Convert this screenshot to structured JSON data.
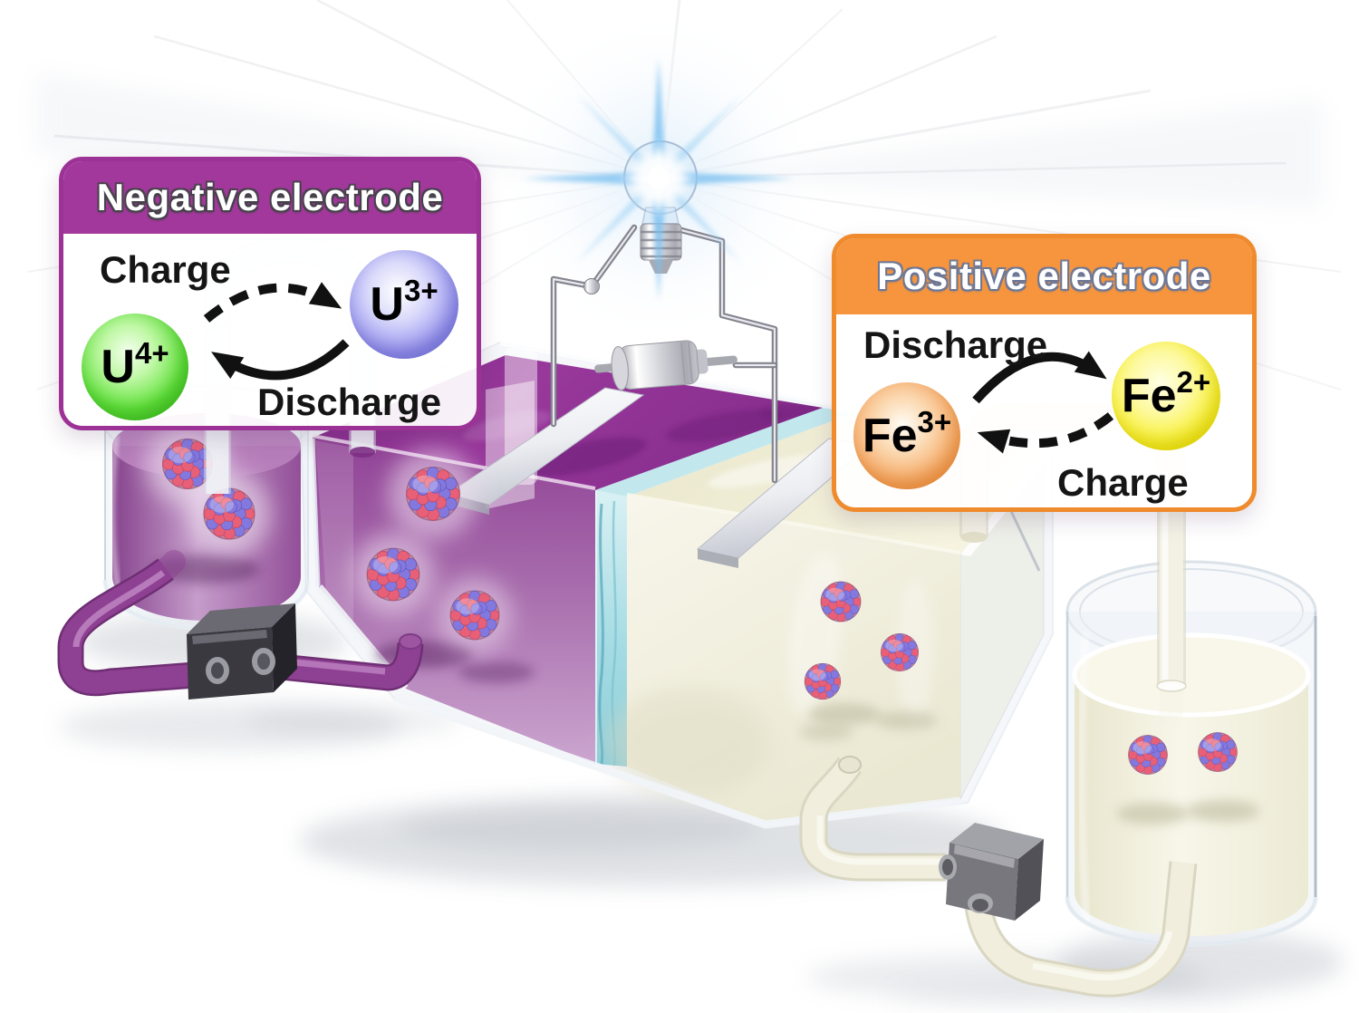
{
  "figure": {
    "description": "Redox flow battery schematic with uranium negative electrolyte and iron positive electrolyte"
  },
  "negative_panel": {
    "title": "Negative electrode",
    "charge_label": "Charge",
    "discharge_label": "Discharge",
    "ion_left": {
      "element": "U",
      "charge": "4+"
    },
    "ion_right": {
      "element": "U",
      "charge": "3+"
    },
    "colors": {
      "header": "#A2389B",
      "ion_left_sphere": "#55DC32",
      "ion_right_sphere": "#8C8CEC"
    }
  },
  "positive_panel": {
    "title": "Positive electrode",
    "discharge_label": "Discharge",
    "charge_label": "Charge",
    "ion_left": {
      "element": "Fe",
      "charge": "3+"
    },
    "ion_right": {
      "element": "Fe",
      "charge": "2+"
    },
    "colors": {
      "header": "#F6953D",
      "ion_left_sphere": "#F29048",
      "ion_right_sphere": "#F4EB06"
    }
  },
  "scene": {
    "icons": [
      "light-bulb-icon",
      "generator-icon",
      "ion-exchange-membrane",
      "electrode-plate",
      "pump",
      "electrolyte-tank",
      "nanoparticle"
    ],
    "colors": {
      "negative_electrolyte": "#8E3F92",
      "positive_electrolyte": "#F2EFDB",
      "membrane": "#A6DCE4",
      "bulb_flare": "#7CC0F0"
    }
  }
}
